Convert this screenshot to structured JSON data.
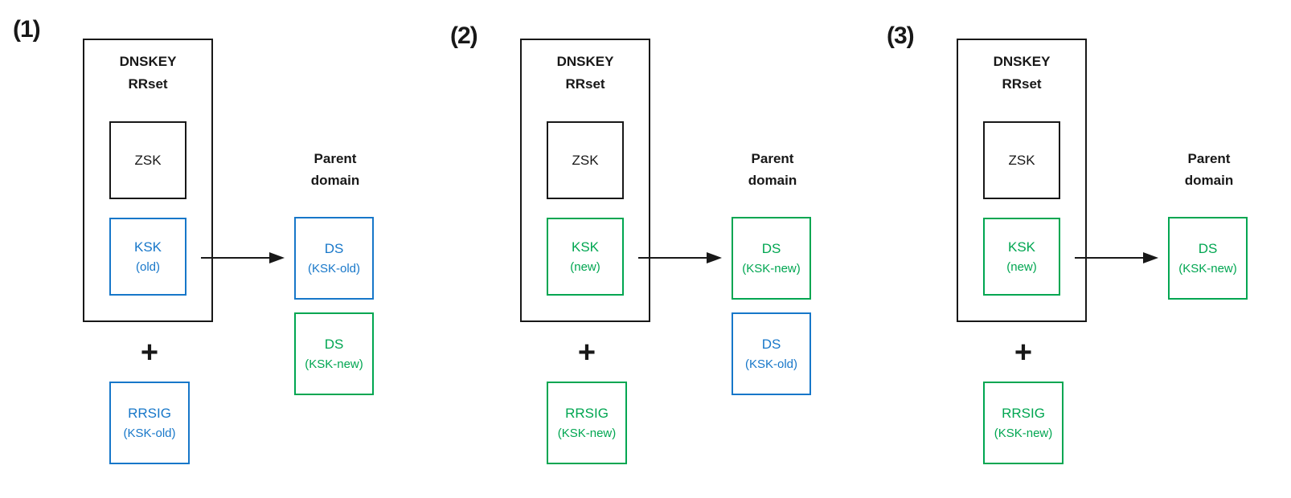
{
  "colors": {
    "blue": "#1777c9",
    "green": "#00a651",
    "ink": "#181818"
  },
  "panels": [
    {
      "label": "(1)",
      "dnskey_rrset": {
        "title": [
          "DNSKEY",
          "RRset"
        ],
        "zsk": {
          "label": "ZSK"
        },
        "ksk": {
          "label": "KSK",
          "sublabel": "(old)",
          "variant": "blue"
        }
      },
      "plus": "+",
      "rrsig": {
        "label": "RRSIG",
        "sublabel": "(KSK-old)",
        "variant": "blue"
      },
      "parent": {
        "title": [
          "Parent",
          "domain"
        ],
        "ds_boxes": [
          {
            "label": "DS",
            "sublabel": "(KSK-old)",
            "variant": "blue"
          },
          {
            "label": "DS",
            "sublabel": "(KSK-new)",
            "variant": "green"
          }
        ]
      }
    },
    {
      "label": "(2)",
      "dnskey_rrset": {
        "title": [
          "DNSKEY",
          "RRset"
        ],
        "zsk": {
          "label": "ZSK"
        },
        "ksk": {
          "label": "KSK",
          "sublabel": "(new)",
          "variant": "green"
        }
      },
      "plus": "+",
      "rrsig": {
        "label": "RRSIG",
        "sublabel": "(KSK-new)",
        "variant": "green"
      },
      "parent": {
        "title": [
          "Parent",
          "domain"
        ],
        "ds_boxes": [
          {
            "label": "DS",
            "sublabel": "(KSK-new)",
            "variant": "green"
          },
          {
            "label": "DS",
            "sublabel": "(KSK-old)",
            "variant": "blue"
          }
        ]
      }
    },
    {
      "label": "(3)",
      "dnskey_rrset": {
        "title": [
          "DNSKEY",
          "RRset"
        ],
        "zsk": {
          "label": "ZSK"
        },
        "ksk": {
          "label": "KSK",
          "sublabel": "(new)",
          "variant": "green"
        }
      },
      "plus": "+",
      "rrsig": {
        "label": "RRSIG",
        "sublabel": "(KSK-new)",
        "variant": "green"
      },
      "parent": {
        "title": [
          "Parent",
          "domain"
        ],
        "ds_boxes": [
          {
            "label": "DS",
            "sublabel": "(KSK-new)",
            "variant": "green"
          }
        ]
      }
    }
  ]
}
